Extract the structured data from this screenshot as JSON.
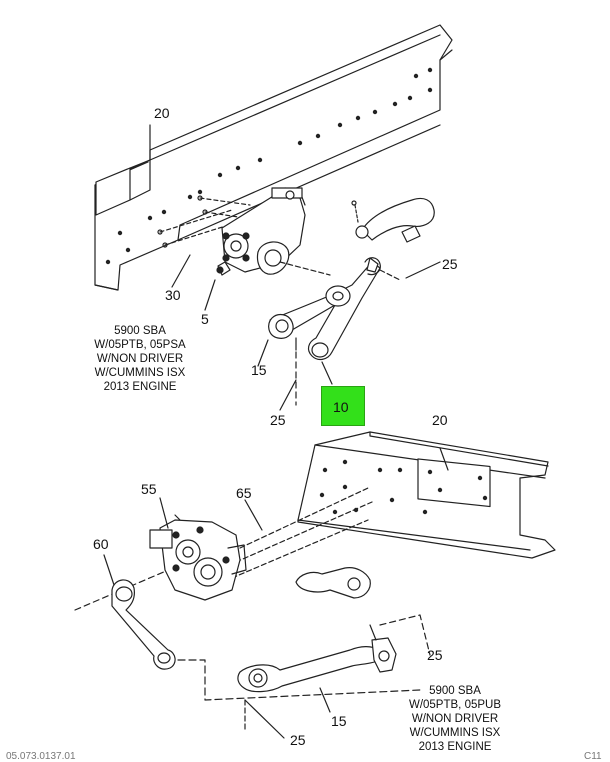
{
  "callouts": {
    "top_20": "20",
    "top_30": "30",
    "top_5": "5",
    "top_25_right": "25",
    "top_15": "15",
    "top_25_bottom": "25",
    "top_10": "10",
    "bottom_20": "20",
    "bottom_55": "55",
    "bottom_65": "65",
    "bottom_60": "60",
    "bottom_25_right": "25",
    "bottom_15": "15",
    "bottom_25_bottom": "25"
  },
  "notes": {
    "top": [
      "5900 SBA",
      "W/05PTB, 05PSA",
      "W/NON DRIVER",
      "W/CUMMINS ISX",
      "2013 ENGINE"
    ],
    "bottom": [
      "5900 SBA",
      "W/05PTB, 05PUB",
      "W/NON DRIVER",
      "W/CUMMINS ISX",
      "2013 ENGINE"
    ]
  },
  "highlight": {
    "label": "10",
    "color": "#33e01a"
  },
  "footer": {
    "left": "05.073.0137.01",
    "right": "C11"
  }
}
